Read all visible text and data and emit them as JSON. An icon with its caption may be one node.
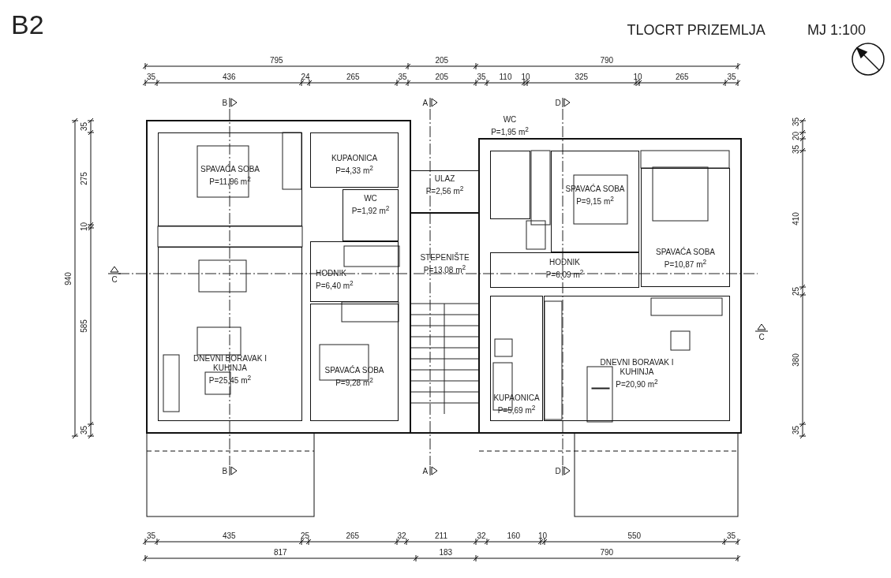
{
  "diagram": {
    "title": "B2",
    "nodes": [
      {
        "text": [
          "SPAVAĆA SOBA",
          "P=11,96 m$^{2}$"
        ]
      },
      {
        "text": [
          "KUPAONICA",
          "P=4,33 m$^{2}$"
        ]
      },
      {
        "text": [
          "WC",
          "P=1,92 m$^{2}$"
        ]
      },
      {
        "text": [
          "HODNIK",
          "P=6,40 m$^{2}$"
        ]
      },
      {
        "text": [
          "DNEVNI BORAVAK I KUHINJA",
          "P=25,45 m$^{2}$"
        ]
      },
      {
        "text": [
          "SPAVAĆA SOBA",
          "P=9,28 m$^{2}$"
        ]
      },
      {
        "text": [
          "ULAZ",
          "P=2,56 m$^{2}$"
        ]
      },
      {
        "text": [
          "STEPENIŠTE",
          "P=13,08 m$^{2}$"
        ]
      },
      {
        "text": [
          "WC",
          "P=1,95 m$^{2}$"
        ]
      },
      {
        "text": [
          "SPAVAĆA SOBA",
          "P=9,15 m$^{2}$"
        ]
      },
      {
        "text": [
          "HODNIK",
          "P=6,09 m$^{2}$"
        ]
      },
      {
        "text": [
          "SPAVAĆA SOBA",
          "P=10,87 m$^{2}$"
        ]
      },
      {
        "text": [
          "KUPAONICA",
          "P=5,69 m$^{2}$"
        ]
      },
      {
        "text": [
          "DNEVNI BORAVAK I KUHINJA",
          "P=20,90 m$^{2}$"
        ]
      }
    ],
    "edges": [],
    "labels": [
      "TLOCRT PRIZEMLJA",
      "MJ 1:100",
      "795",
      "205",
      "790",
      "35",
      "436",
      "24",
      "265",
      "35",
      "205",
      "35",
      "110",
      "10",
      "325",
      "10",
      "265",
      "35",
      "B",
      "A",
      "D",
      "940",
      "35",
      "275",
      "10",
      "585",
      "35",
      "C",
      "C",
      "35",
      "20",
      "35",
      "410",
      "25",
      "380",
      "35",
      "B",
      "A",
      "D",
      "35",
      "435",
      "25",
      "265",
      "32",
      "211",
      "32",
      "160",
      "10",
      "550",
      "35",
      "817",
      "183",
      "790"
    ]
  }
}
